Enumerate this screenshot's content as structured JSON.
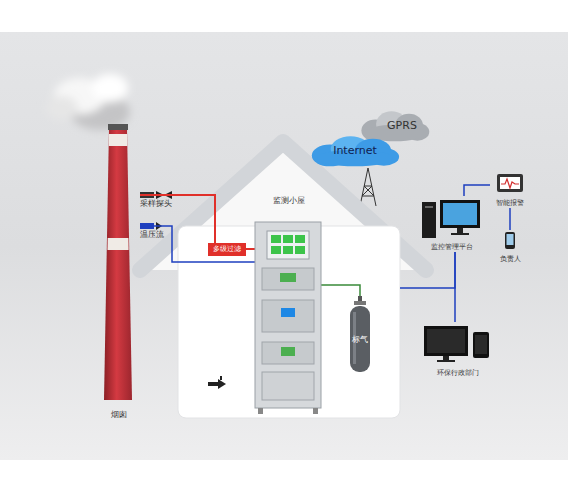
{
  "diagram": {
    "nodes": [
      {
        "text": [
          "烟囱"
        ]
      },
      {
        "text": [
          "监测小屋"
        ]
      },
      {
        "text": [
          "多级过滤"
        ],
        "in": 1
      },
      {
        "text": [
          "标气"
        ],
        "in": 1
      },
      {
        "text": [
          "GPRS"
        ]
      },
      {
        "text": [
          "Internet"
        ]
      },
      {
        "text": [
          "监控管理平台"
        ]
      },
      {
        "text": [
          "智能报警"
        ]
      },
      {
        "text": [
          "负责人"
        ]
      },
      {
        "text": [
          "环保行政部门"
        ]
      }
    ],
    "edges": [
      {
        "from": 0,
        "to": 2,
        "arrow": "none"
      },
      {
        "from": 0,
        "to": 1,
        "arrow": "none"
      },
      {
        "from": 1,
        "to": 6,
        "arrow": "none"
      },
      {
        "from": 6,
        "to": 7,
        "arrow": "none"
      },
      {
        "from": 7,
        "to": 8,
        "arrow": "none"
      },
      {
        "from": 6,
        "to": 9,
        "arrow": "none"
      }
    ],
    "labels": [
      "采样探头",
      "温压流"
    ]
  }
}
